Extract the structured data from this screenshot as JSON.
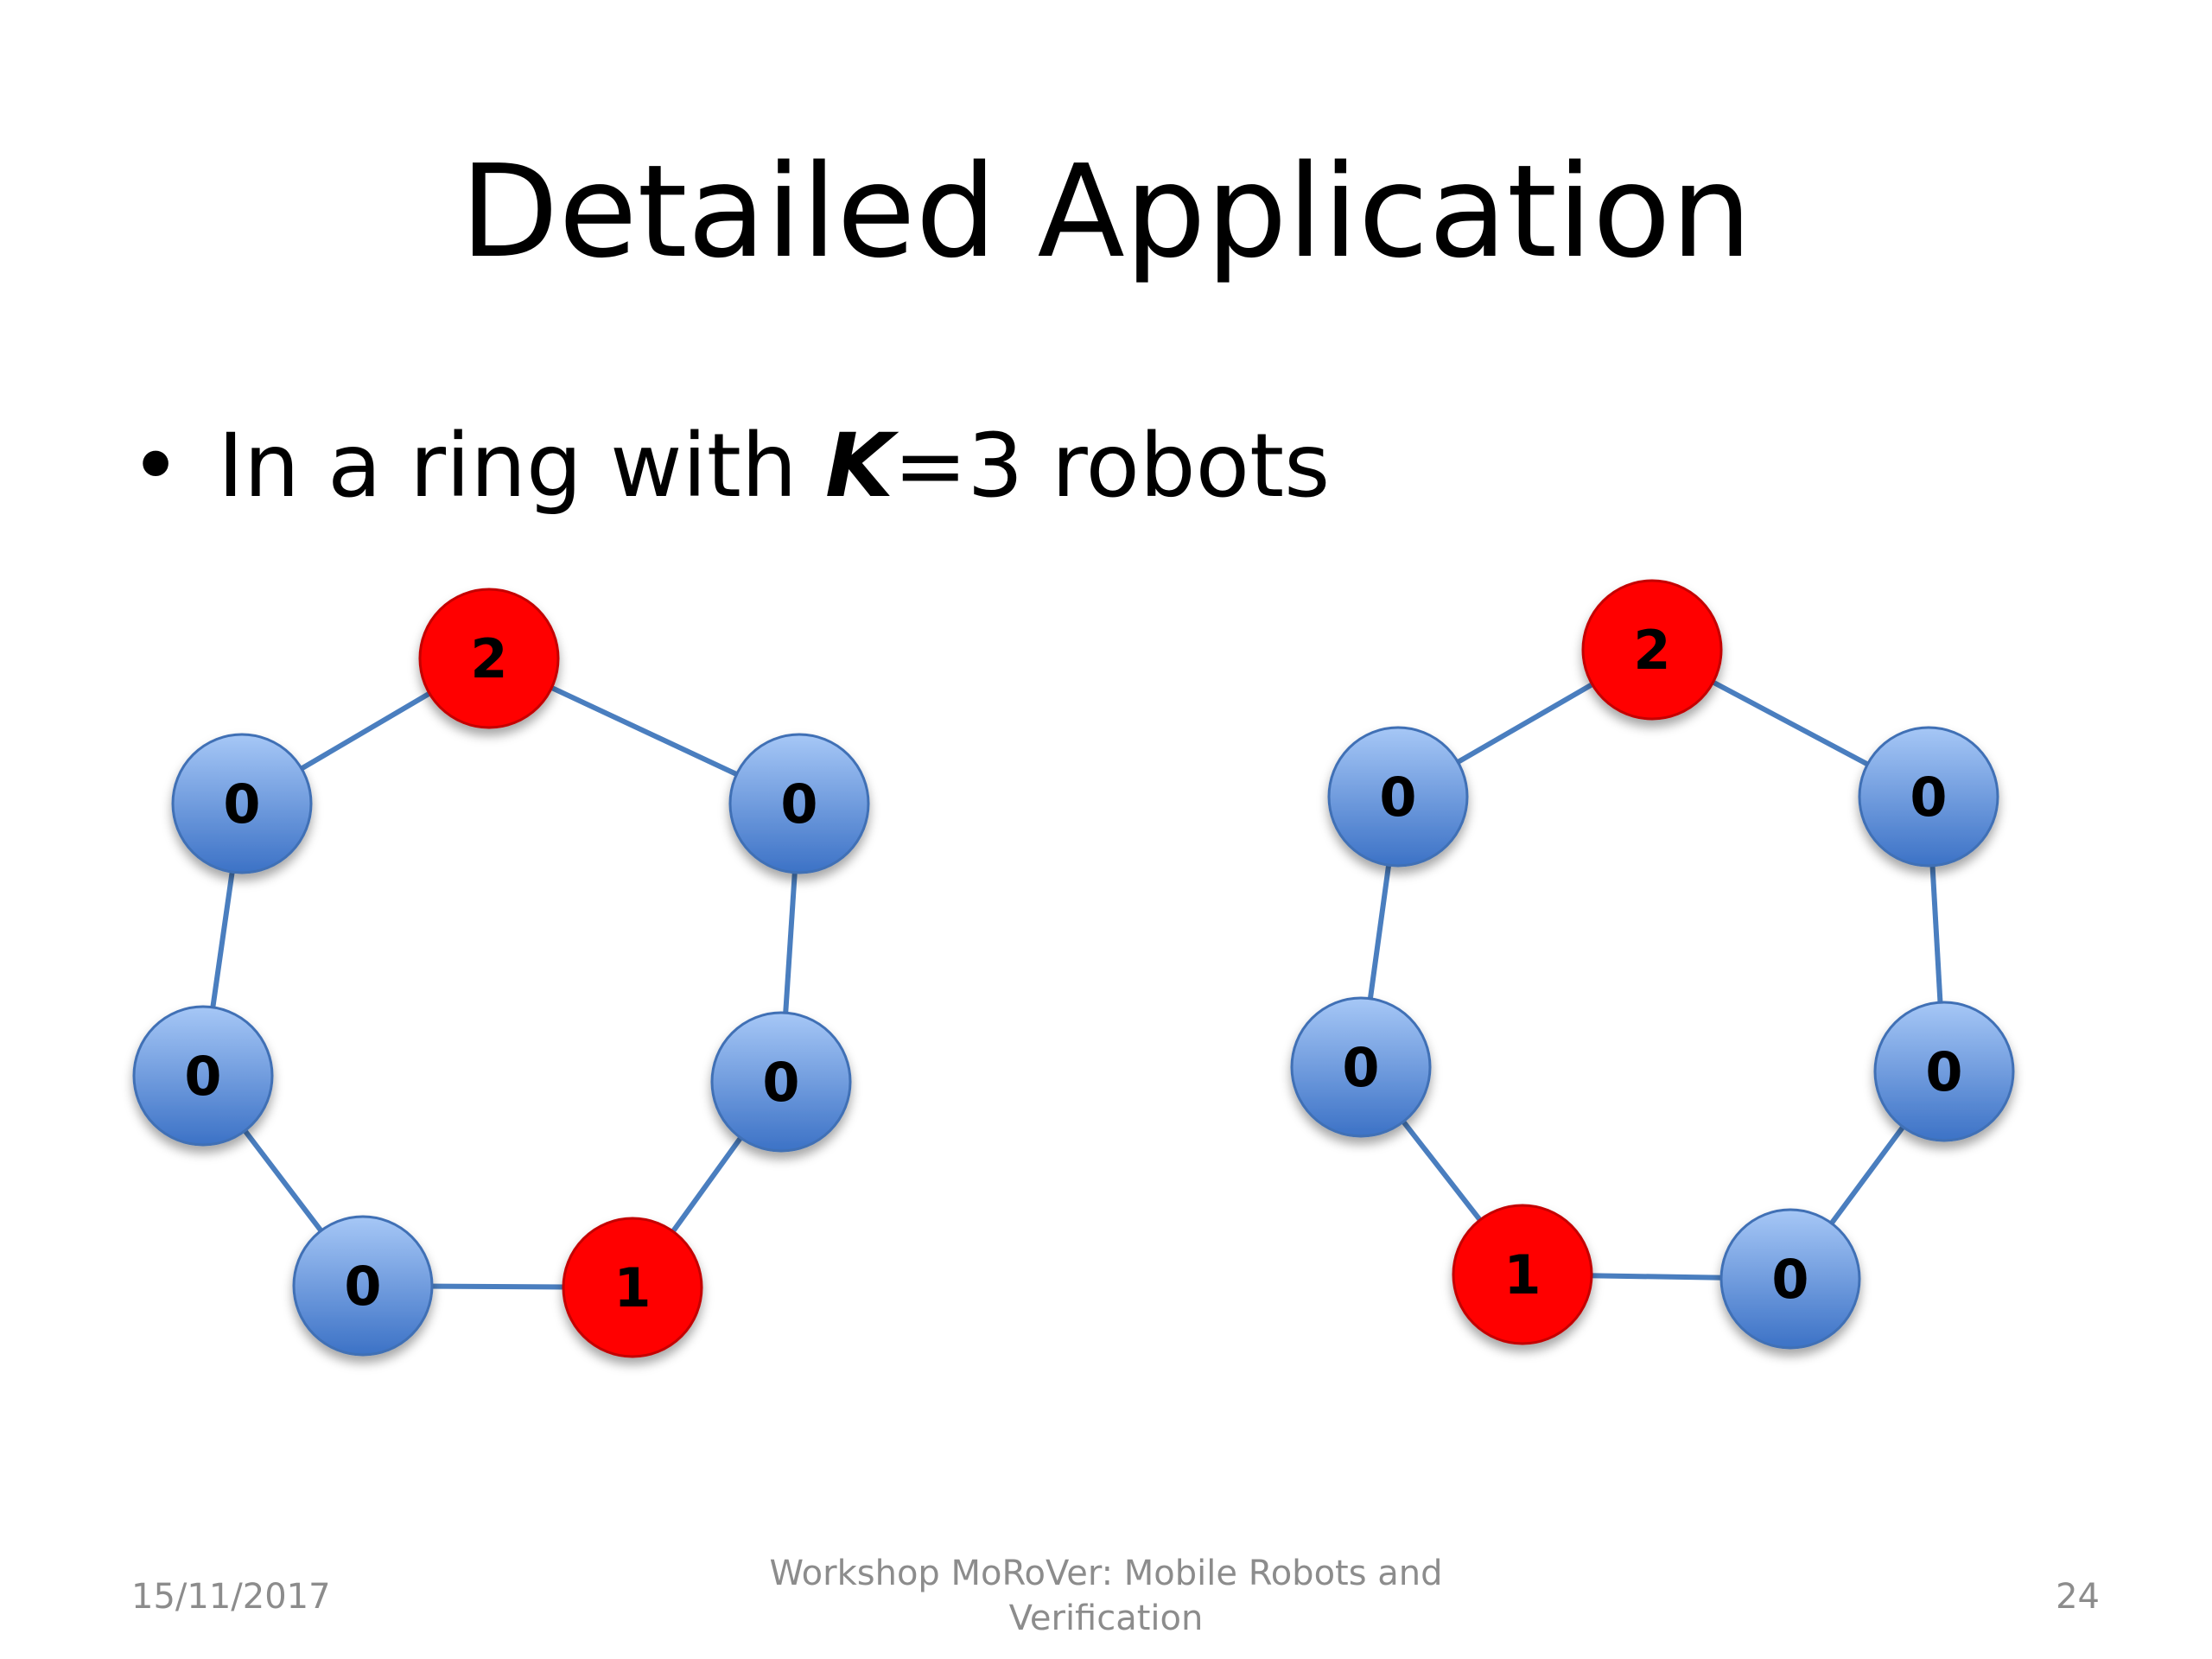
{
  "slide": {
    "title": "Detailed Application",
    "bullet": {
      "prefix": "In a ring with ",
      "variable": "K",
      "suffix": "=3 robots"
    }
  },
  "colors": {
    "robot_node": "#ff0000",
    "empty_node": "#4f86d4",
    "edge": "#4a7ebf",
    "footer_text": "#8c8c8c"
  },
  "rings": [
    {
      "name": "left-ring",
      "nodes": [
        {
          "label": "2",
          "robot": true
        },
        {
          "label": "0",
          "robot": false
        },
        {
          "label": "0",
          "robot": false
        },
        {
          "label": "1",
          "robot": true
        },
        {
          "label": "0",
          "robot": false
        },
        {
          "label": "0",
          "robot": false
        },
        {
          "label": "0",
          "robot": false
        }
      ]
    },
    {
      "name": "right-ring",
      "nodes": [
        {
          "label": "2",
          "robot": true
        },
        {
          "label": "0",
          "robot": false
        },
        {
          "label": "0",
          "robot": false
        },
        {
          "label": "0",
          "robot": false
        },
        {
          "label": "1",
          "robot": true
        },
        {
          "label": "0",
          "robot": false
        },
        {
          "label": "0",
          "robot": false
        }
      ]
    }
  ],
  "footer": {
    "date": "15/11/2017",
    "event_line1": "Workshop MoRoVer: Mobile Robots and",
    "event_line2": "Verification",
    "page_number": "24"
  }
}
